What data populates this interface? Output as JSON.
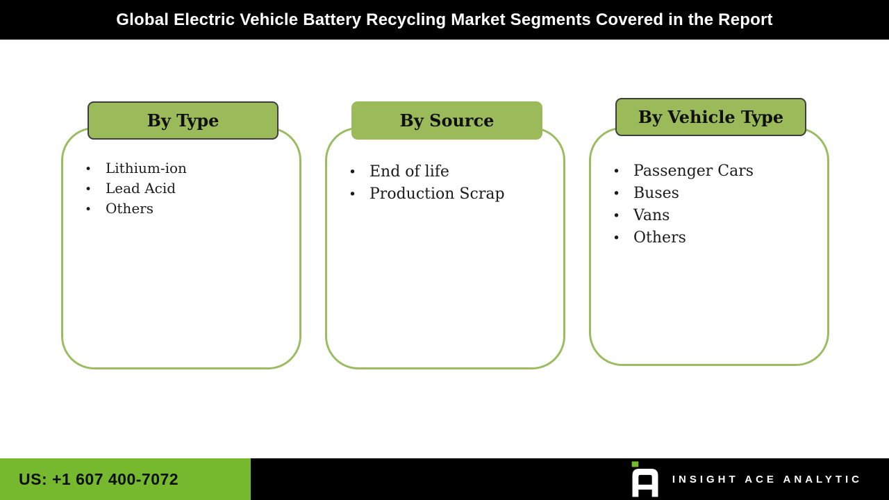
{
  "header": {
    "title": "Global Electric Vehicle Battery Recycling Market Segments Covered in the Report"
  },
  "segments": [
    {
      "title": "By Type",
      "items": [
        "Lithium-ion",
        "Lead Acid",
        "Others"
      ]
    },
    {
      "title": "By Source",
      "items": [
        "End of life",
        "Production Scrap"
      ]
    },
    {
      "title": "By Vehicle Type",
      "items": [
        "Passenger Cars",
        "Buses",
        "Vans",
        "Others"
      ]
    }
  ],
  "footer": {
    "phone": "US: +1 607 400-7072",
    "brand": "INSIGHT ACE ANALYTIC"
  },
  "icons": {
    "bullet": "•",
    "logo": "insight-ace-a-mark"
  },
  "colors": {
    "header_fill": "#9BBA59",
    "box_border": "#9CBC62",
    "header_stroke": "#3E3E3E",
    "footer_green": "#76B82E",
    "bar_black": "#000000",
    "title_text": "#FFFFFF",
    "body_text": "#1B1B1B"
  }
}
